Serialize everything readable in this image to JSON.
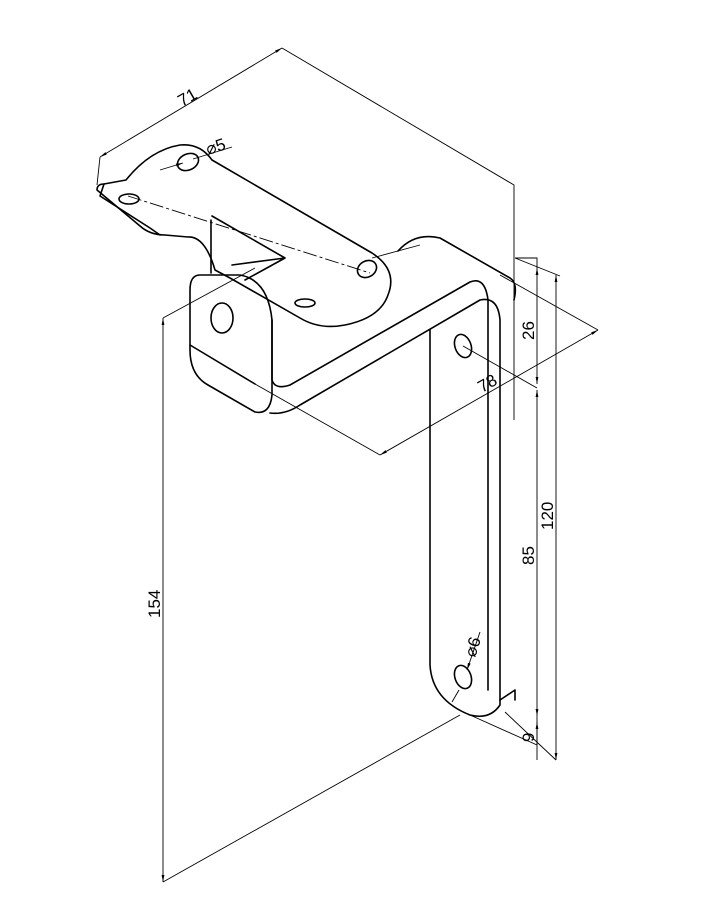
{
  "drawing": {
    "title": "Hinge bracket isometric view",
    "dimensions": {
      "width_top": "71",
      "hole_top": "⌀5",
      "offset_26": "26",
      "depth_78": "78",
      "height_120": "120",
      "hole_spacing_85": "85",
      "total_height_154": "154",
      "hole_bottom": "⌀6",
      "edge_9": "9"
    }
  }
}
